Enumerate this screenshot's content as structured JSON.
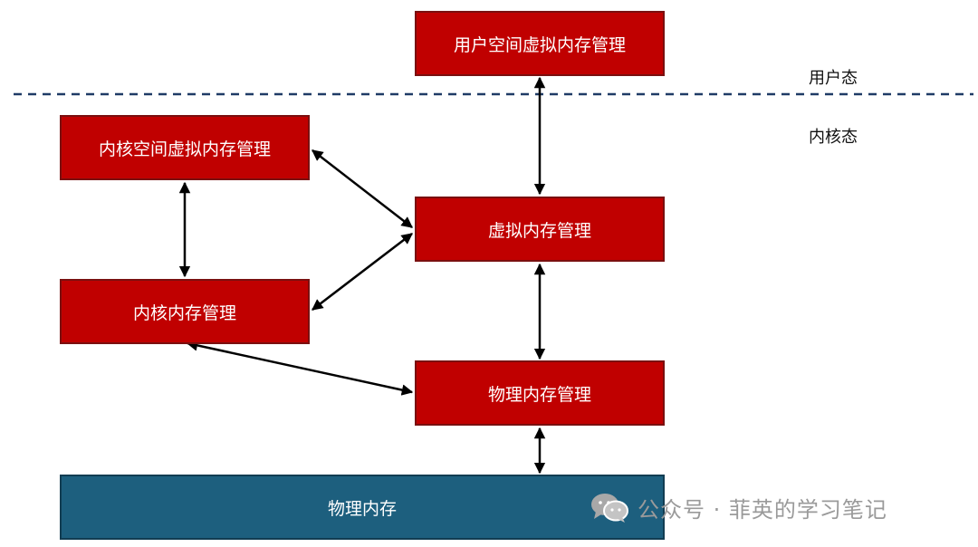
{
  "boxes": {
    "user_vm": "用户空间虚拟内存管理",
    "kernel_vm": "内核空间虚拟内存管理",
    "virtual_mm": "虚拟内存管理",
    "kernel_mm": "内核内存管理",
    "physical_mm": "物理内存管理",
    "physical_memory": "物理内存"
  },
  "zones": {
    "user_mode": "用户态",
    "kernel_mode": "内核态"
  },
  "watermark": {
    "text": "公众号 · 菲英的学习笔记",
    "icon": "wechat-icon"
  },
  "colors": {
    "box_red": "#c00000",
    "box_blue": "#1d5f7e",
    "divider": "#1f3b66"
  }
}
